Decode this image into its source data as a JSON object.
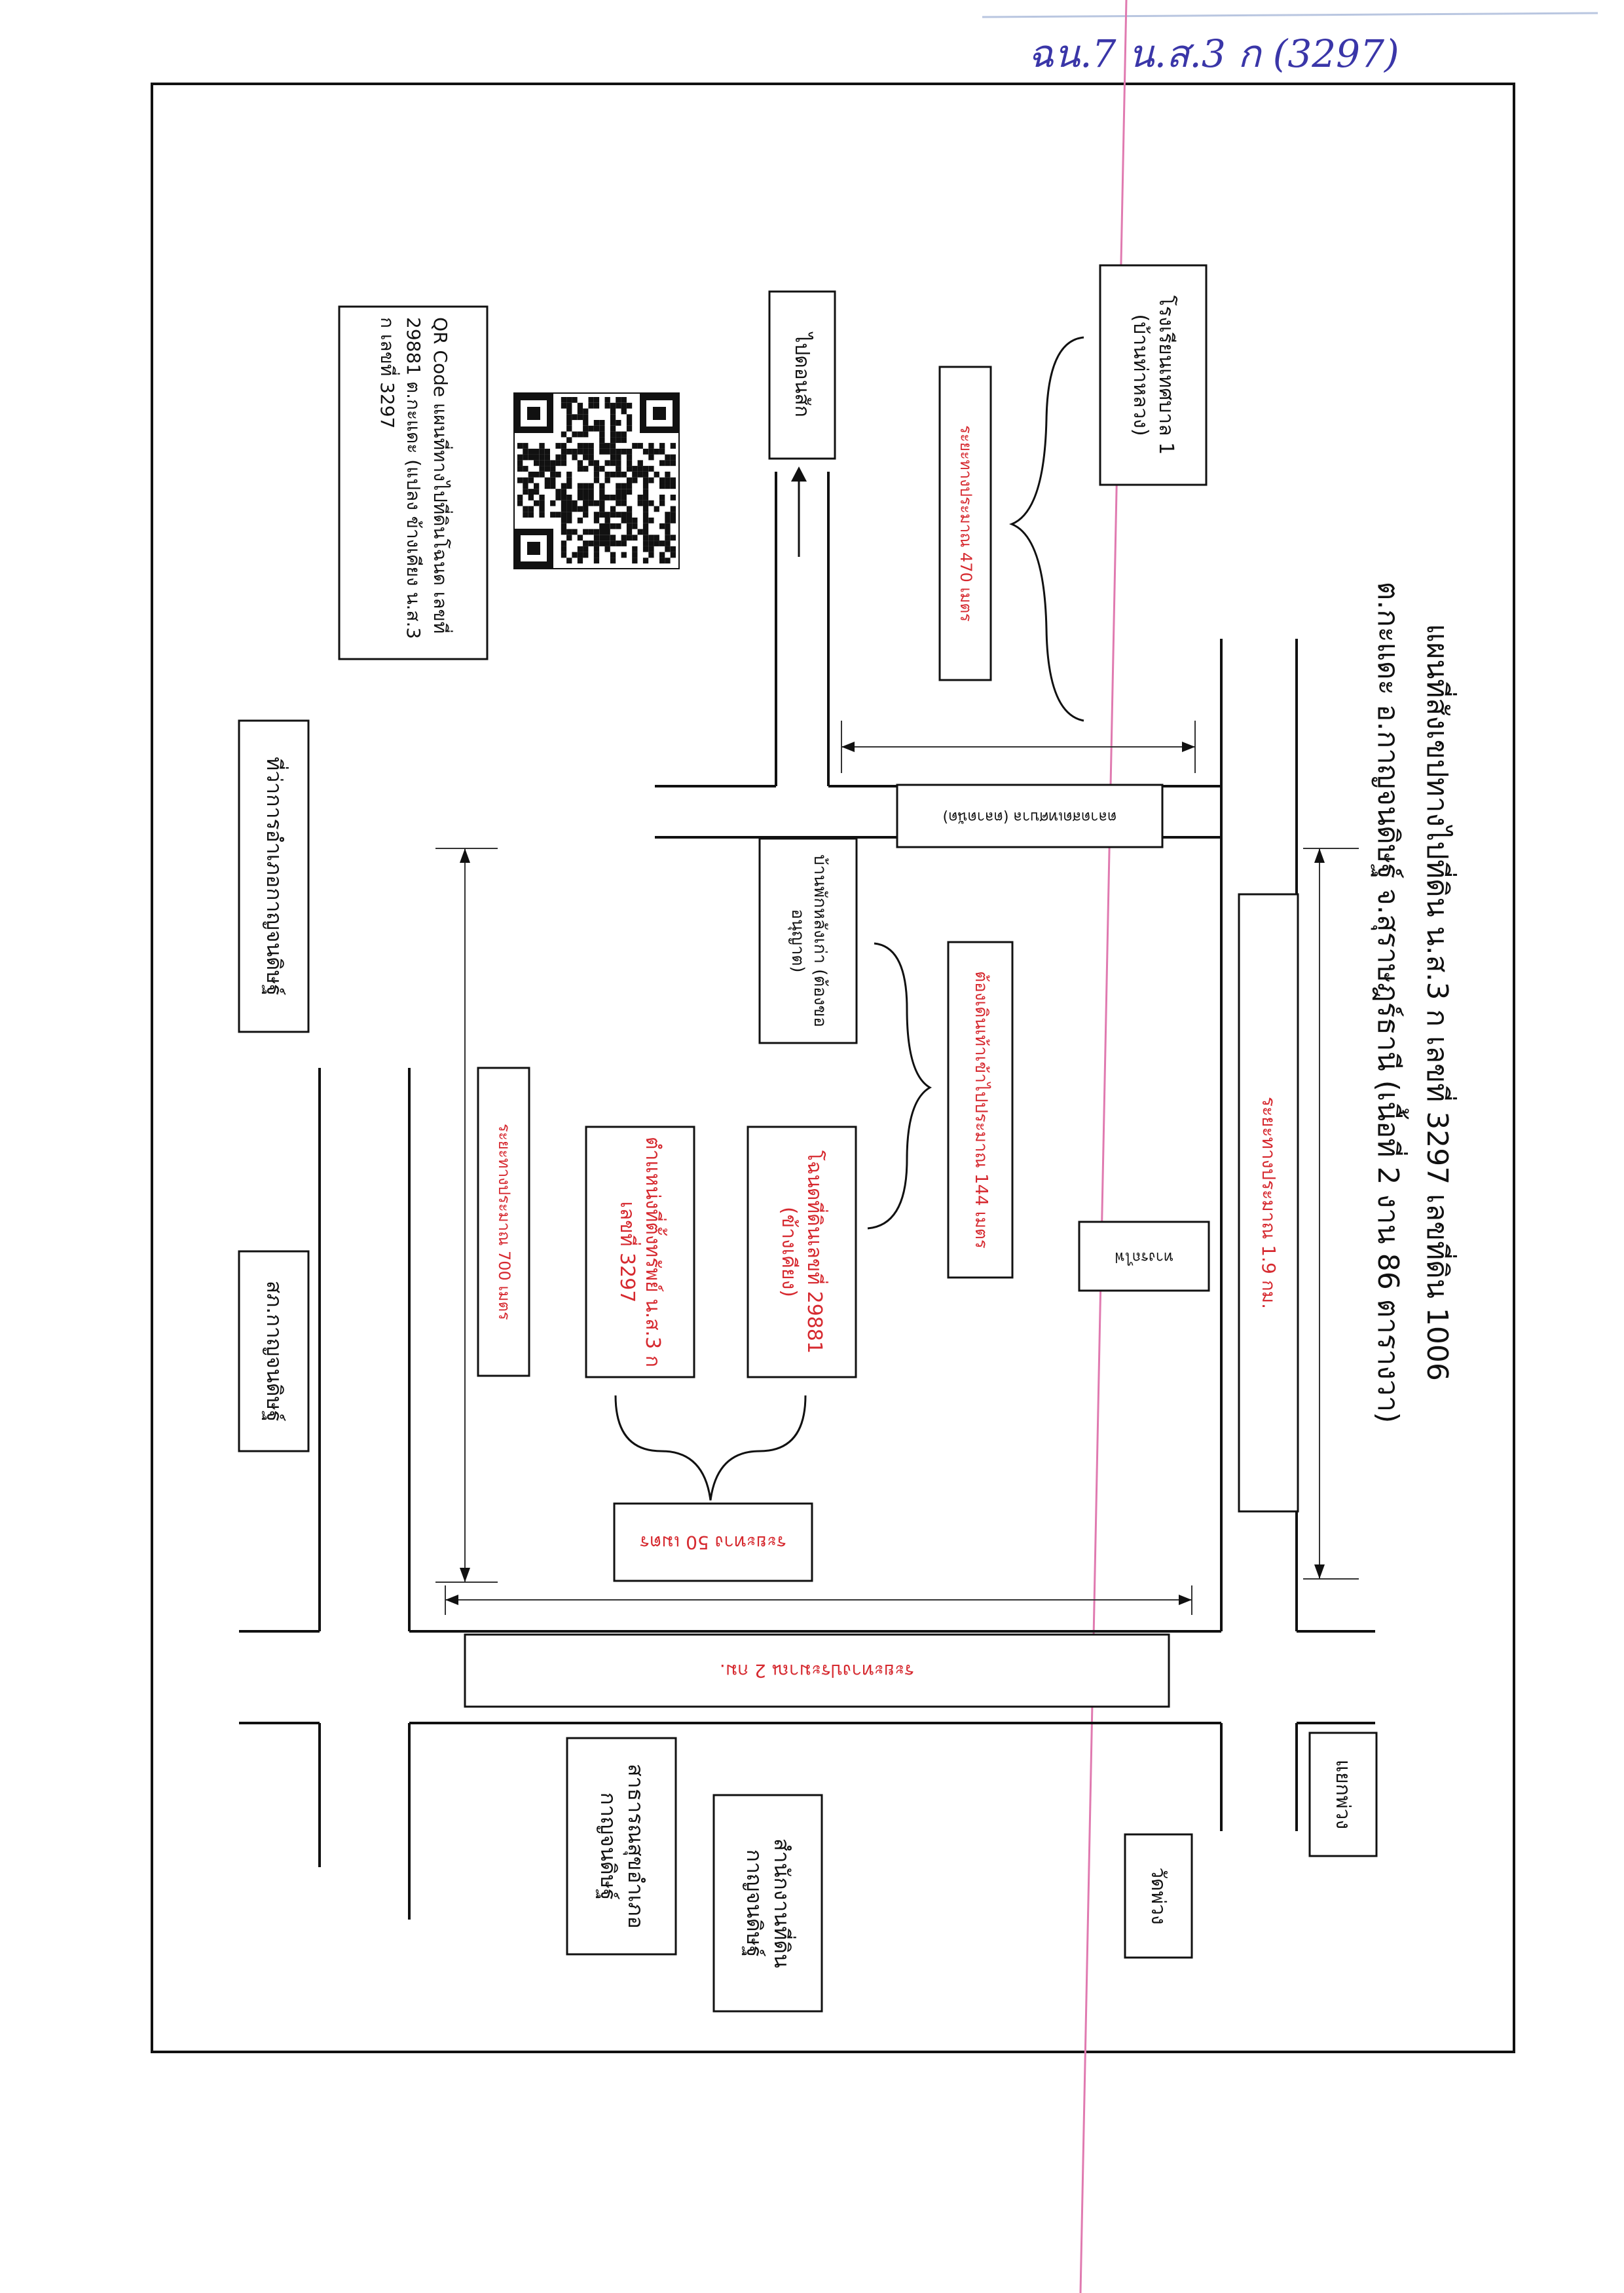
{
  "handwritten_note": "ฉน.7 น.ส.3 ก (3297)",
  "title": "แผนที่สังเขปทางไปที่ดิน น.ส.3 ก เลขที่ 3297 เลขที่ดิน 1006",
  "subtitle": "ต.กะแดะ อ.กาญจนดิษฐ์ จ.สุราษฎร์ธานี (เนื้อที่ 2 งาน 86 ตารางวา)",
  "qr_caption": "QR Code แผนที่ทางไปที่ดินโฉนด เลขที่ 29881 ต.กะแดะ (แปลง ข้างเคียง น.ส.3 ก เลขที่ 3297",
  "places": {
    "school": "โรงเรียนเทศบาล 1 (บ้านท่าหลวง)",
    "to_don_sak": "ไปดอนสัก",
    "district_office": "ที่ว่าการอำเภอกาญจนดิษฐ์",
    "police": "สภ.กาญจนดิษฐ์",
    "health_office": "สาธารณสุขอำเภอ กาญจนดิษฐ์",
    "land_office": "สำนักงานที่ดิน กาญจนดิษฐ์",
    "wat_phang": "วัดพ่วง",
    "yaek_phang": "แยกพ่วง",
    "fire_station": "บ้านพักหลังเก่า (ต้องขออนุญาต)",
    "market": "ตลาดสดเทศบาล (ตลาดนัด)",
    "rail_crossing": "ทางรถไฟ",
    "neighbor_plot": "โฉนดที่ดินเลขที่ 29881 (ข้างเคียง)",
    "target_plot": "ตำแหน่งที่ตั้งทรัพย์ น.ส.3 ก เลขที่ 3297"
  },
  "distances": {
    "d470": "ระยะทางประมาณ 470 เมตร",
    "d144": "ต้องเดินเท้าเข้าไปประมาณ 144 เมตร",
    "d700": "ระยะทางประมาณ 700 เมตร",
    "d50": "ระยะทาง 50 เมตร",
    "d1_9": "ระยะทางประมาณ 1.9 กม.",
    "d2": "ระยะทางประมาณ 2 กม."
  }
}
